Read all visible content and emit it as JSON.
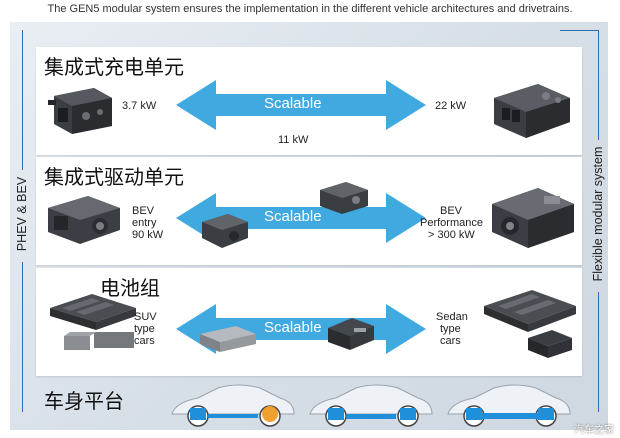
{
  "headline": "The GEN5 modular system ensures the implementation in the different vehicle architectures and drivetrains.",
  "side_left_label": "PHEV & BEV",
  "side_right_label": "Flexible modular system",
  "rows": [
    {
      "title": "集成式充电单元",
      "left_value": "3.7 kW",
      "arrow_label": "Scalable",
      "below_arrow_value": "11 kW",
      "right_value": "22 kW"
    },
    {
      "title": "集成式驱动单元",
      "left_lines": [
        "BEV",
        "entry",
        "90 kW"
      ],
      "arrow_label": "Scalable",
      "right_lines": [
        "BEV",
        "Performance",
        "> 300 kW"
      ]
    },
    {
      "title": "电池组",
      "left_lines": [
        "SUV",
        "type",
        "cars"
      ],
      "arrow_label": "Scalable",
      "right_lines": [
        "Sedan",
        "type",
        "cars"
      ]
    }
  ],
  "platform_title": "车身平台",
  "watermark": "汽车之家",
  "colors": {
    "arrow": "#3fa9e0",
    "frame_line": "#2c6fb6",
    "component_dark": "#3a3d42",
    "car_blue": "#1e8fd8",
    "car_orange": "#f0a030"
  }
}
